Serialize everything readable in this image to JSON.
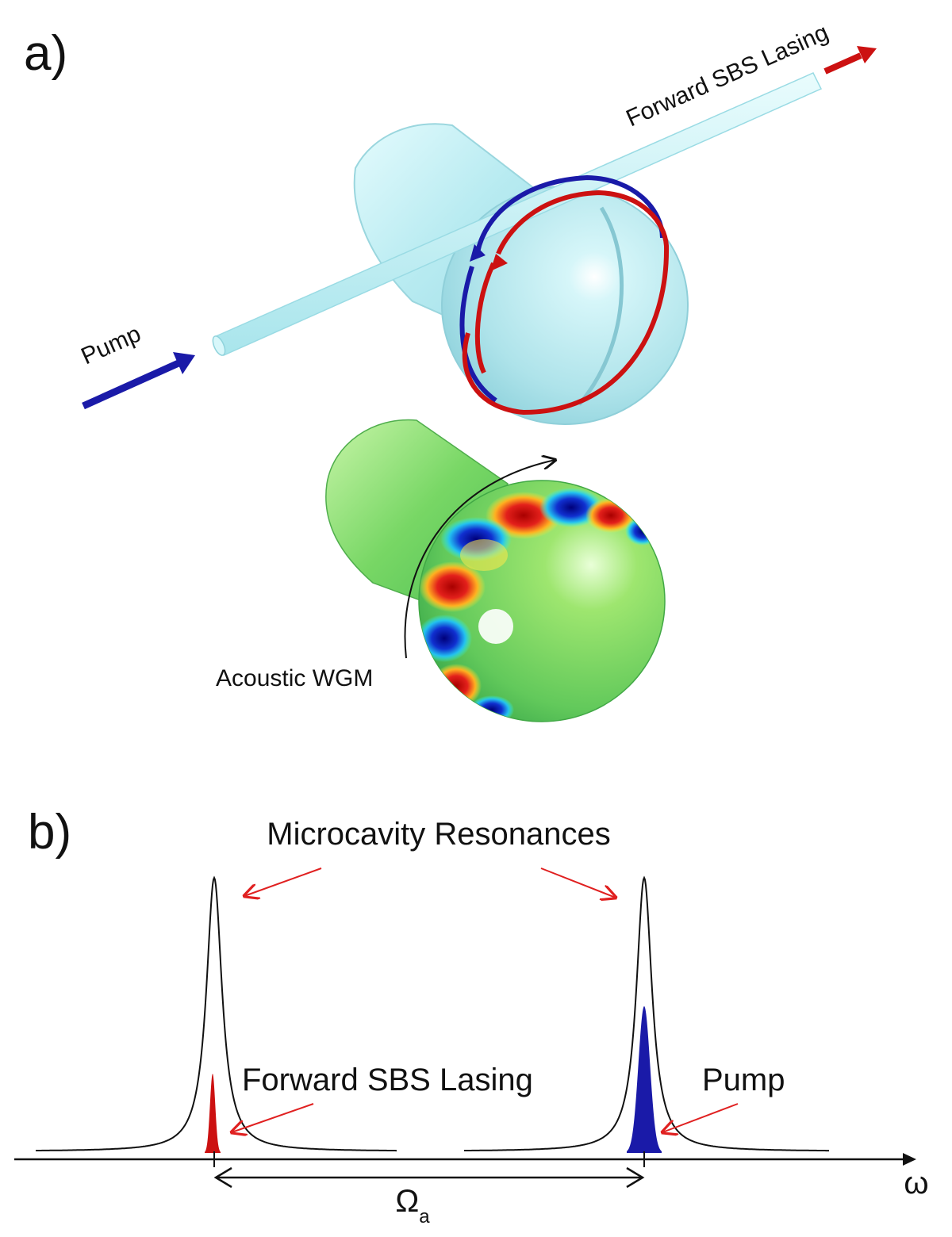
{
  "panel_a": {
    "label": "a)",
    "pump_label": "Pump",
    "forward_label": "Forward SBS Lasing",
    "acoustic_label": "Acoustic WGM"
  },
  "panel_b": {
    "label": "b)",
    "resonances_label": "Microcavity Resonances",
    "forward_label": "Forward SBS Lasing",
    "pump_label": "Pump",
    "separation_symbol": "Ω",
    "separation_subscript": "a",
    "axis_label": "ω"
  },
  "colors": {
    "pump": "#1a1aa8",
    "stokes": "#cc1111",
    "fiber": "#bfeef2",
    "resonator": "#bdeef3",
    "acoustic_base": "#7ddc6a",
    "arrow_annotation": "#e02020"
  }
}
